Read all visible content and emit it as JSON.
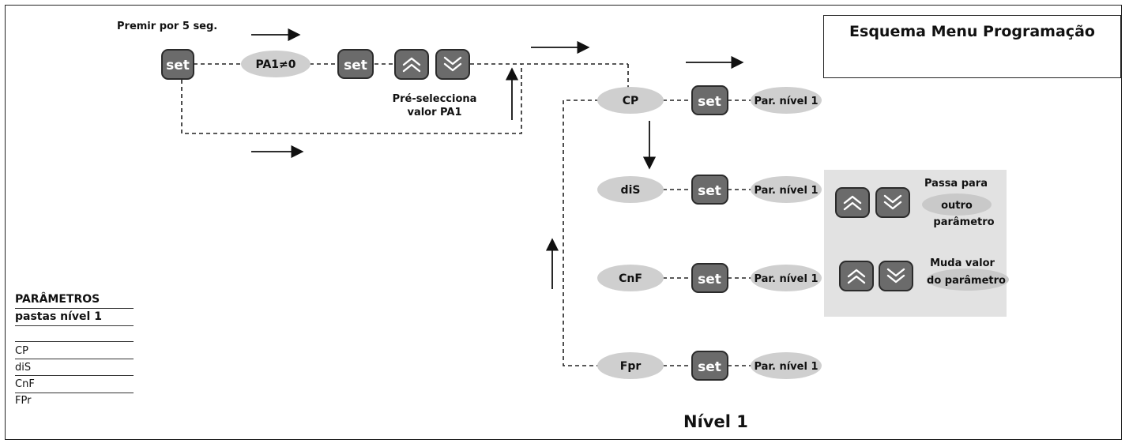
{
  "title": "Esquema Menu Programação",
  "top_flow": {
    "hold_label": "Premir por 5 seg.",
    "set_label": "set",
    "condition_label": "PA1≠0",
    "preselect_label_line1": "Pré-selecciona",
    "preselect_label_line2": "valor PA1"
  },
  "folders": [
    {
      "name": "CP",
      "param_label": "Par. nível 1"
    },
    {
      "name": "diS",
      "param_label": "Par. nível 1"
    },
    {
      "name": "CnF",
      "param_label": "Par. nível 1"
    },
    {
      "name": "Fpr",
      "param_label": "Par. nível 1"
    }
  ],
  "help_panel": {
    "next_param_line1": "Passa para",
    "next_param_line2": "outro",
    "next_param_line3": "parâmetro",
    "change_value_line1": "Muda valor",
    "change_value_line2": "do parâmetro"
  },
  "level_label": "Nível 1",
  "legend": {
    "heading_line1": "PARÂMETROS",
    "heading_line2": "pastas nível 1",
    "items": [
      "CP",
      "diS",
      "CnF",
      "FPr"
    ]
  },
  "colors": {
    "button_fill": "#6b6b6b",
    "button_stroke": "#2b2b2b",
    "ellipse_fill": "#cfcfcf",
    "panel_fill": "#e2e2e2"
  },
  "icons": [
    "up-double-chevron-icon",
    "down-double-chevron-icon",
    "arrow-right-icon",
    "arrow-down-icon",
    "arrow-up-icon"
  ]
}
